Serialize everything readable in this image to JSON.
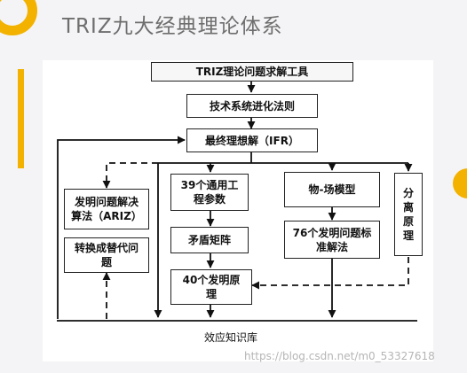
{
  "title": "TRIZ九大经典理论体系",
  "boxes": {
    "top": "TRIZ理论问题求解工具",
    "evolution": "技术系统进化法则",
    "ifr": "最终理想解（IFR）",
    "ariz": "发明问题解决算法（ARIZ）",
    "convert": "转换成替代问题",
    "params": "39个通用工程参数",
    "matrix": "矛盾矩阵",
    "principles40": "40个发明原理",
    "sufield": "物-场模型",
    "standard76": "76个发明问题标准解法",
    "separation": "分离原理"
  },
  "knowledge_base": "效应知识库",
  "watermark": "https://blog.csdn.net/m0_53327618"
}
